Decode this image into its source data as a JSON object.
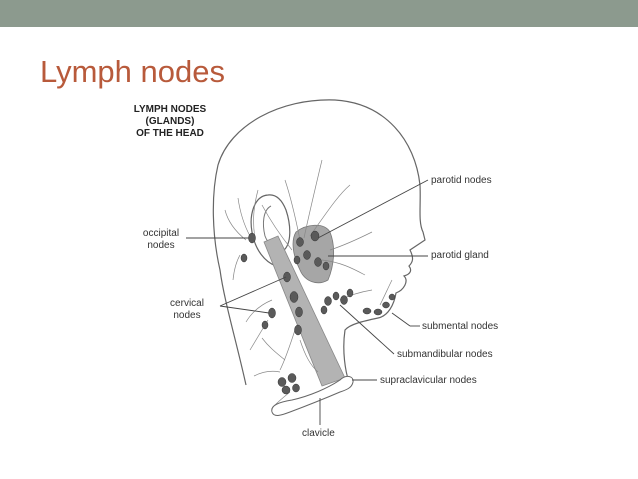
{
  "slide": {
    "title": "Lymph nodes"
  },
  "figure": {
    "title_lines": [
      "LYMPH NODES",
      "(GLANDS)",
      "OF THE HEAD"
    ],
    "labels": {
      "parotid_nodes": "parotid nodes",
      "parotid_gland": "parotid gland",
      "occipital_nodes_line1": "occipital",
      "occipital_nodes_line2": "nodes",
      "cervical_nodes_line1": "cervical",
      "cervical_nodes_line2": "nodes",
      "submental_nodes": "submental nodes",
      "submandibular_nodes": "submandibular nodes",
      "supraclavicular_nodes": "supraclavicular nodes",
      "clavicle": "clavicle"
    }
  },
  "colors": {
    "header_band": "#8c9a8e",
    "title": "#b85a3b",
    "gland_fill": "#a6a6a6",
    "node_fill": "#5a5a5a"
  }
}
